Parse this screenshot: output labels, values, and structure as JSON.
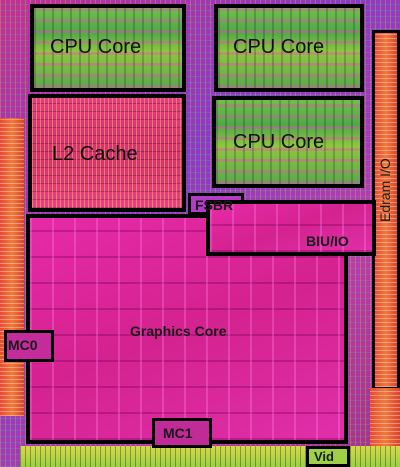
{
  "labels": {
    "cpu_core_1": "CPU Core",
    "cpu_core_2": "CPU Core",
    "cpu_core_3": "CPU Core",
    "l2_cache": "L2 Cache",
    "fsbr": "FSBR",
    "biu_io": "BIU/IO",
    "edram_io": "Edram I/O",
    "graphics_core": "Graphics Core",
    "mc0": "MC0",
    "mc1": "MC1",
    "vid": "Vid"
  }
}
